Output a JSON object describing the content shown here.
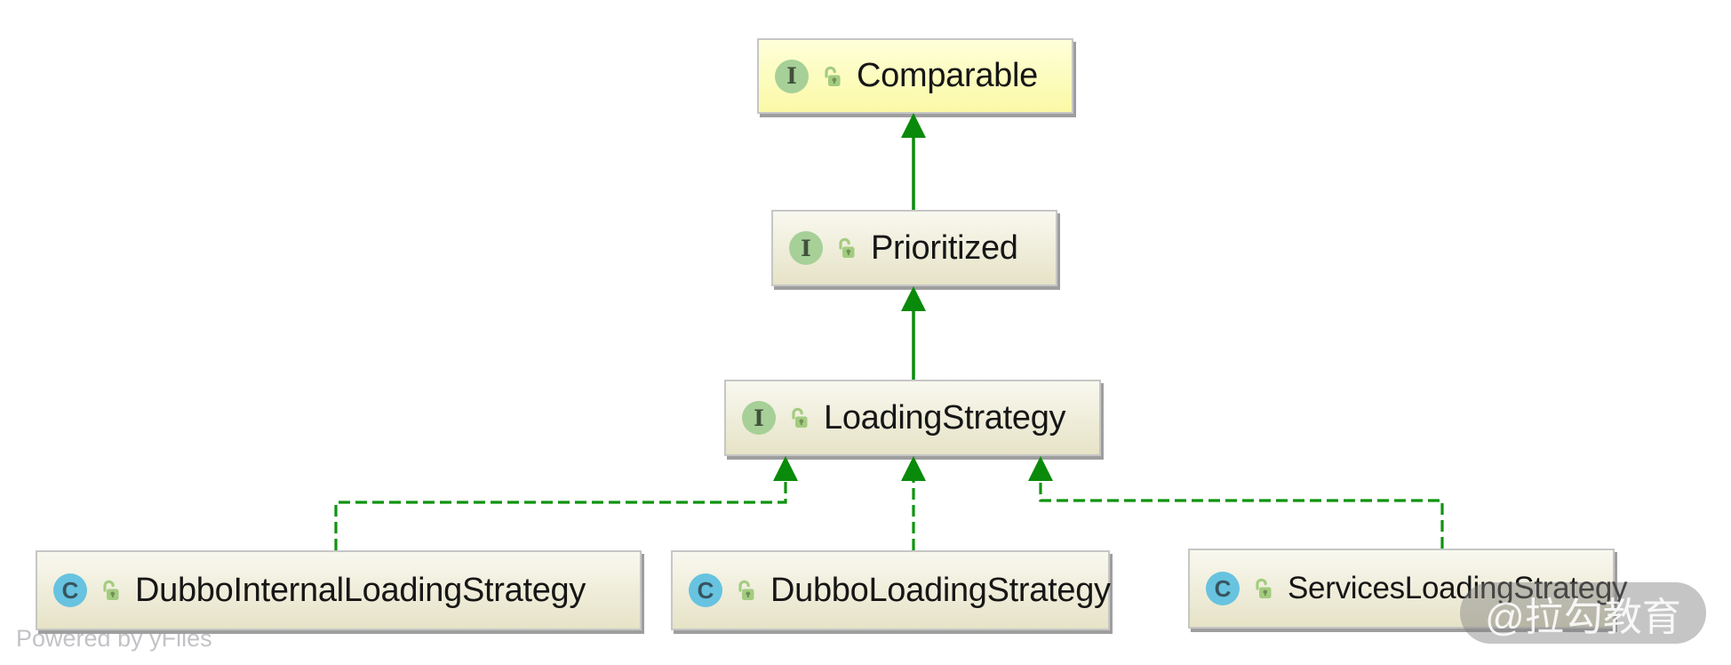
{
  "diagram": {
    "type": "uml-class-diagram",
    "icons": {
      "interface_letter": "I",
      "class_letter": "C",
      "visibility_icon": "open-lock (public)"
    },
    "colors": {
      "edge_green": "#0a8a0a",
      "selected_node_fill_top": "#feffd9",
      "selected_node_fill_bottom": "#fbf9a6",
      "node_fill_top": "#f9f8ef",
      "node_fill_bottom": "#e6e3c7",
      "interface_badge": "#a6d097",
      "class_badge": "#67c3e0",
      "node_border": "#c6c6c6",
      "node_shadow": "#9e9e9e"
    },
    "nodes": {
      "comparable": {
        "label": "Comparable",
        "kind": "interface",
        "visibility": "public",
        "highlighted": true
      },
      "prioritized": {
        "label": "Prioritized",
        "kind": "interface",
        "visibility": "public",
        "highlighted": false
      },
      "loading_strategy": {
        "label": "LoadingStrategy",
        "kind": "interface",
        "visibility": "public",
        "highlighted": false
      },
      "dubbo_internal": {
        "label": "DubboInternalLoadingStrategy",
        "kind": "class",
        "visibility": "public",
        "highlighted": false
      },
      "dubbo": {
        "label": "DubboLoadingStrategy",
        "kind": "class",
        "visibility": "public",
        "highlighted": false
      },
      "services": {
        "label": "ServicesLoadingStrategy",
        "kind": "class",
        "visibility": "public",
        "highlighted": false
      }
    },
    "edges": [
      {
        "from": "Prioritized",
        "to": "Comparable",
        "type": "extends",
        "style": "solid-green-arrow"
      },
      {
        "from": "LoadingStrategy",
        "to": "Prioritized",
        "type": "extends",
        "style": "solid-green-arrow"
      },
      {
        "from": "DubboInternalLoadingStrategy",
        "to": "LoadingStrategy",
        "type": "implements",
        "style": "dashed-green-arrow"
      },
      {
        "from": "DubboLoadingStrategy",
        "to": "LoadingStrategy",
        "type": "implements",
        "style": "dashed-green-arrow"
      },
      {
        "from": "ServicesLoadingStrategy",
        "to": "LoadingStrategy",
        "type": "implements",
        "style": "dashed-green-arrow"
      }
    ]
  },
  "footer": {
    "powered_by": "Powered by yFiles"
  },
  "watermark": {
    "text": "@拉勾教育"
  }
}
